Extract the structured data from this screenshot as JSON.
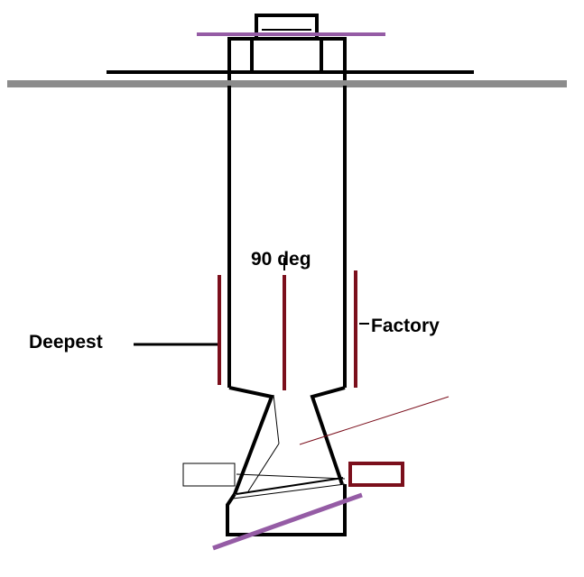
{
  "labels": {
    "angle": "90 deg",
    "deepest": "Deepest",
    "factory": "Factory"
  },
  "colors": {
    "outline": "#000000",
    "floor": "#8c8c8c",
    "marker": "#7b0f1c",
    "accent": "#955ca5",
    "background": "#ffffff"
  }
}
